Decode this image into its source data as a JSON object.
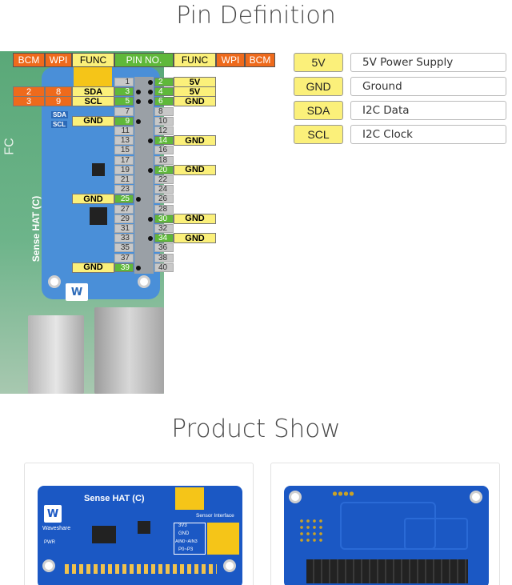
{
  "titles": {
    "pin": "Pin Definition",
    "show": "Product Show"
  },
  "header": [
    "BCM",
    "WPI",
    "FUNC",
    "PIN NO.",
    "FUNC",
    "WPI",
    "BCM"
  ],
  "left_rows": [
    {
      "pin": "1"
    },
    {
      "pin": "3",
      "func": "SDA",
      "wpi": "8",
      "bcm": "2"
    },
    {
      "pin": "5",
      "func": "SCL",
      "wpi": "9",
      "bcm": "3"
    },
    {
      "pin": "7"
    },
    {
      "pin": "9",
      "func": "GND"
    },
    {
      "pin": "11"
    },
    {
      "pin": "13"
    },
    {
      "pin": "15"
    },
    {
      "pin": "17"
    },
    {
      "pin": "19"
    },
    {
      "pin": "21"
    },
    {
      "pin": "23"
    },
    {
      "pin": "25",
      "func": "GND"
    },
    {
      "pin": "27"
    },
    {
      "pin": "29"
    },
    {
      "pin": "31"
    },
    {
      "pin": "33"
    },
    {
      "pin": "35"
    },
    {
      "pin": "37"
    },
    {
      "pin": "39",
      "func": "GND"
    }
  ],
  "right_rows": [
    {
      "pin": "2",
      "func": "5V"
    },
    {
      "pin": "4",
      "func": "5V"
    },
    {
      "pin": "6",
      "func": "GND"
    },
    {
      "pin": "8"
    },
    {
      "pin": "10"
    },
    {
      "pin": "12"
    },
    {
      "pin": "14",
      "func": "GND"
    },
    {
      "pin": "16"
    },
    {
      "pin": "18"
    },
    {
      "pin": "20",
      "func": "GND"
    },
    {
      "pin": "22"
    },
    {
      "pin": "24"
    },
    {
      "pin": "26"
    },
    {
      "pin": "28"
    },
    {
      "pin": "30",
      "func": "GND"
    },
    {
      "pin": "32"
    },
    {
      "pin": "34",
      "func": "GND"
    },
    {
      "pin": "36"
    },
    {
      "pin": "38"
    },
    {
      "pin": "40"
    }
  ],
  "board_text": {
    "sda": "SDA",
    "scl": "SCL",
    "hat": "Sense HAT (C)",
    "brand": "Waveshare",
    "fc": "FC"
  },
  "legend": [
    {
      "key": "5V",
      "desc": "5V Power Supply"
    },
    {
      "key": "GND",
      "desc": "Ground"
    },
    {
      "key": "SDA",
      "desc": "I2C Data"
    },
    {
      "key": "SCL",
      "desc": "I2C Clock"
    }
  ],
  "product_front": {
    "title": "Sense HAT (C)",
    "brand": "Waveshare",
    "sensor_interface": "Sensor Interface",
    "pins": [
      "3V3",
      "GND",
      "AIN0~AIN3",
      "P0~P3"
    ],
    "pwr": "PWR"
  },
  "colors": {
    "orange": "#ee6a1c",
    "yellow": "#fbf07a",
    "green": "#5fb83a",
    "pcb_blue": "#1b58c4"
  }
}
